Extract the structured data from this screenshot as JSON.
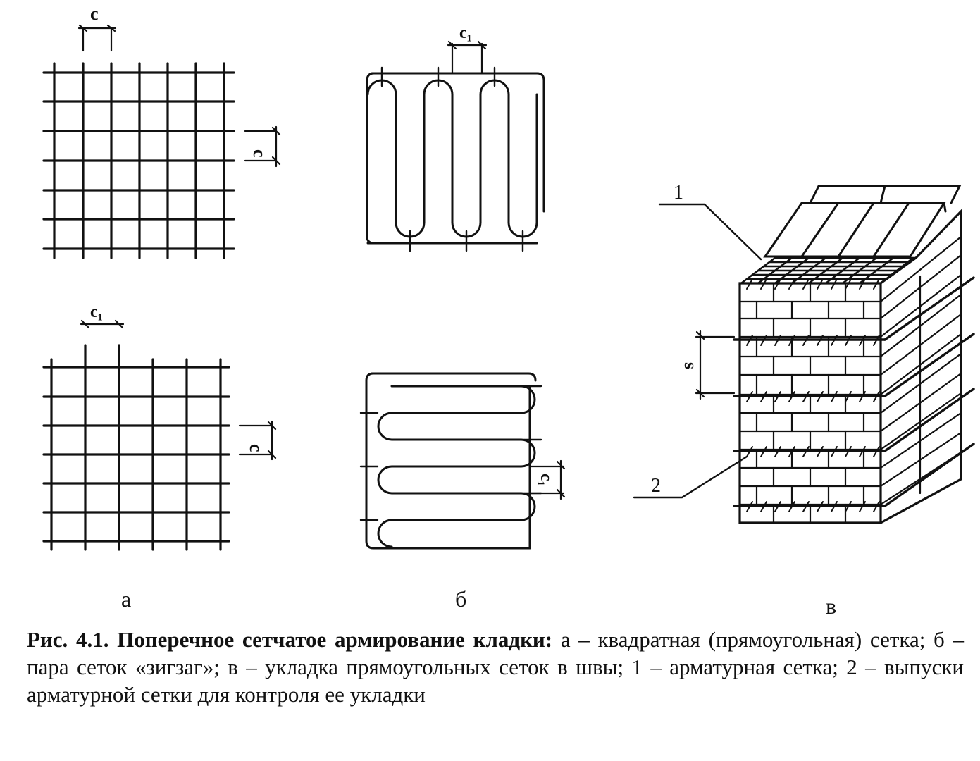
{
  "dimensions": {
    "c": "c",
    "c1": "c₁",
    "s": "s"
  },
  "callouts": {
    "one": "1",
    "two": "2"
  },
  "panel_labels": {
    "a": "а",
    "b": "б",
    "v": "в"
  },
  "caption": {
    "lead": "Рис. 4.1. Поперечное сетчатое армирование кладки:",
    "body": " а – квадратная (прямоугольная) сетка; б – пара сеток «зигзаг»; в – укладка прямоугольных сеток в швы; 1 – арматурная сетка; 2 – выпуски арматурной сетки для контроля ее укладки"
  }
}
